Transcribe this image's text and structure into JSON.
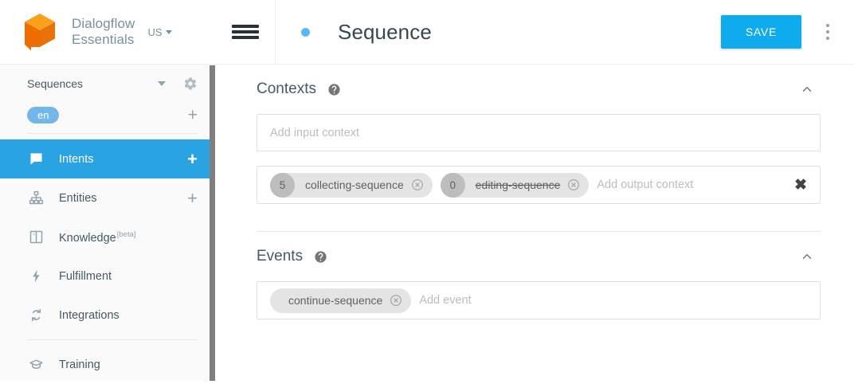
{
  "sidebar": {
    "brand": {
      "logo_icon": "dialogflow-cube-logo",
      "line1": "Dialogflow",
      "line2": "Essentials",
      "region": "US",
      "region_caret_icon": "caret-down-icon"
    },
    "agent": {
      "name": "Sequences",
      "caret_icon": "caret-down-icon",
      "settings_icon": "gear-icon"
    },
    "language": {
      "chip": "en",
      "add_icon": "plus-icon"
    },
    "items": [
      {
        "label": "Intents",
        "icon": "speech-bubble-icon",
        "selected": true,
        "action": "+"
      },
      {
        "label": "Entities",
        "icon": "entity-tree-icon",
        "selected": false,
        "action": "+"
      },
      {
        "label": "Knowledge",
        "icon": "book-icon",
        "selected": false,
        "badge": "[beta]"
      },
      {
        "label": "Fulfillment",
        "icon": "lightning-bolt-icon",
        "selected": false
      },
      {
        "label": "Integrations",
        "icon": "refresh-cycle-icon",
        "selected": false
      },
      {
        "label": "Training",
        "icon": "graduation-cap-icon",
        "selected": false
      }
    ]
  },
  "topbar": {
    "menu_icon": "hamburger-menu-icon",
    "status_dot": "blue-status-dot",
    "title": "Sequence",
    "save_label": "SAVE",
    "more_icon": "kebab-menu-icon"
  },
  "contexts": {
    "title": "Contexts",
    "help_icon": "help-circle-icon",
    "collapse_icon": "chevron-up-icon",
    "input": {
      "placeholder": "Add input context",
      "value": ""
    },
    "output": {
      "placeholder": "Add output context",
      "clear_icon": "close-x-icon",
      "chips": [
        {
          "lifespan": "5",
          "label": "collecting-sequence",
          "struck": false,
          "remove_icon": "remove-circle-icon"
        },
        {
          "lifespan": "0",
          "label": "editing-sequence",
          "struck": true,
          "remove_icon": "remove-circle-icon"
        }
      ]
    }
  },
  "events": {
    "title": "Events",
    "help_icon": "help-circle-icon",
    "collapse_icon": "chevron-up-icon",
    "input": {
      "placeholder": "Add event",
      "chips": [
        {
          "label": "continue-sequence",
          "remove_icon": "remove-circle-icon"
        }
      ]
    }
  },
  "colors": {
    "accent_blue": "#29a3e1",
    "save_blue": "#0eacec",
    "logo_orange_light": "#f9a11b",
    "logo_orange_dark": "#ef6c00",
    "chip_gray": "#e4e4e4",
    "badge_gray": "#bdbdbd"
  }
}
